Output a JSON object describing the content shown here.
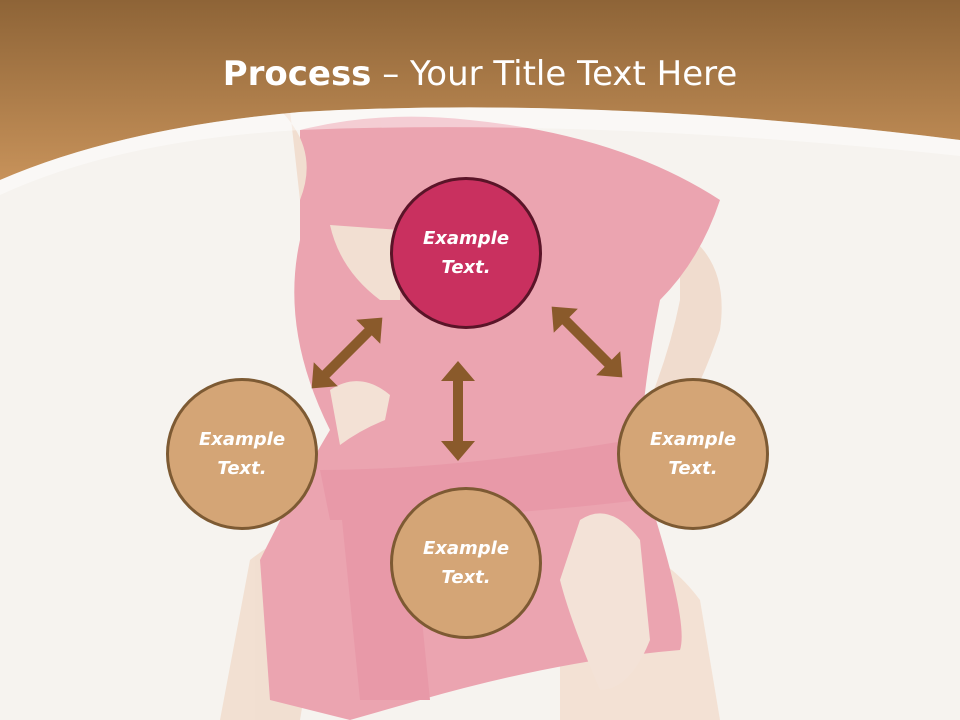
{
  "slide": {
    "title_bold": "Process",
    "title_rest": " – Your Title Text Here"
  },
  "nodes": {
    "top": "Example Text.",
    "left": "Example Text.",
    "right": "Example Text.",
    "bottom": "Example Text."
  },
  "colors": {
    "header_brown": "#b98551",
    "accent_pink": "#c9305f",
    "node_tan": "#d4a576",
    "arrow_brown": "#8a5a2b"
  }
}
